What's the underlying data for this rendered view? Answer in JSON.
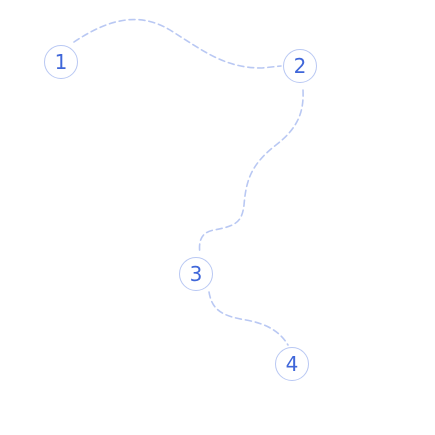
{
  "colors": {
    "background": "#ffffff",
    "node_border": "#b9c8f3",
    "node_text": "#3f66d9",
    "path_stroke": "#b9c8f3"
  },
  "path": {
    "nodes": [
      {
        "label": "1"
      },
      {
        "label": "2"
      },
      {
        "label": "3"
      },
      {
        "label": "4"
      }
    ]
  }
}
